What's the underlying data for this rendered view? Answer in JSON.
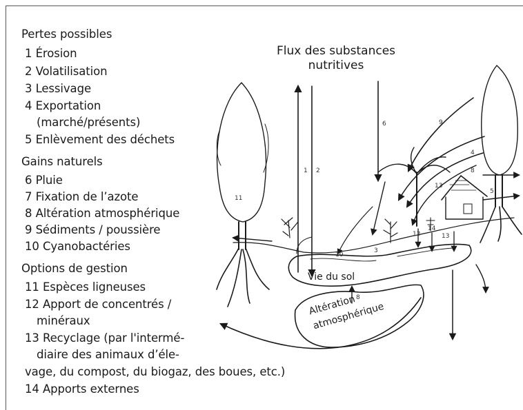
{
  "title": "Flux des substances nutritives",
  "groups": [
    {
      "heading": "Pertes possibles",
      "items": [
        {
          "num": "1",
          "text": "Érosion"
        },
        {
          "num": "2",
          "text": "Volatilisation"
        },
        {
          "num": "3",
          "text": "Lessivage"
        },
        {
          "num": "4",
          "text": "Exportation",
          "cont": "(marché/présents)"
        },
        {
          "num": "5",
          "text": "Enlèvement des déchets"
        }
      ]
    },
    {
      "heading": "Gains naturels",
      "items": [
        {
          "num": "6",
          "text": "Pluie"
        },
        {
          "num": "7",
          "text": "Fixation de l’azote"
        },
        {
          "num": "8",
          "text": "Altération atmosphérique"
        },
        {
          "num": "9",
          "text": "Sédiments / poussière"
        },
        {
          "num": "10",
          "text": "Cyanobactéries"
        }
      ]
    },
    {
      "heading": "Options de gestion",
      "items": [
        {
          "num": "11",
          "text": "Espèces ligneuses"
        },
        {
          "num": "12",
          "text": "Apport de concentrés /",
          "cont": "minéraux"
        },
        {
          "num": "13",
          "text": "Recyclage (par l'intermé-",
          "cont": "diaire des animaux d’éle-",
          "cont2": "vage, du compost, du biogaz, des boues, etc.)"
        },
        {
          "num": "14",
          "text": "Apports externes"
        }
      ]
    }
  ],
  "diagram": {
    "soil_life": "Vie du sol",
    "weathering_line1": "Altération",
    "weathering_line2": "atmosphérique"
  }
}
